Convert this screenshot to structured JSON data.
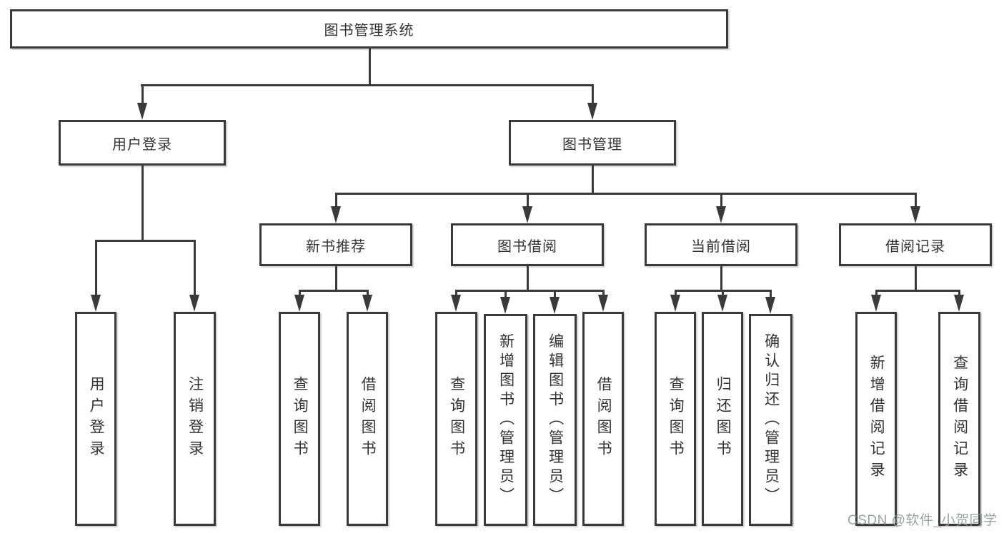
{
  "diagram": {
    "title": "图书管理系统",
    "root": {
      "label": "图书管理系统"
    },
    "branches": [
      {
        "label": "用户登录",
        "children": [
          {
            "label": "用户登录"
          },
          {
            "label": "注销登录"
          }
        ]
      },
      {
        "label": "图书管理",
        "children": [
          {
            "label": "新书推荐",
            "children": [
              {
                "label": "查询图书"
              },
              {
                "label": "借阅图书"
              }
            ]
          },
          {
            "label": "图书借阅",
            "children": [
              {
                "label": "查询图书"
              },
              {
                "label": "新增图书（管理员）"
              },
              {
                "label": "编辑图书（管理员）"
              },
              {
                "label": "借阅图书"
              }
            ]
          },
          {
            "label": "当前借阅",
            "children": [
              {
                "label": "查询图书"
              },
              {
                "label": "归还图书"
              },
              {
                "label": "确认归还（管理员）"
              }
            ]
          },
          {
            "label": "借阅记录",
            "children": [
              {
                "label": "新增借阅记录"
              },
              {
                "label": "查询借阅记录"
              }
            ]
          }
        ]
      }
    ]
  },
  "watermark": {
    "text": "CSDN @软件_小贺同学"
  },
  "colors": {
    "line": "#3a3a3a",
    "text": "#333333",
    "watermark": "#9499a1",
    "background": "#ffffff"
  }
}
